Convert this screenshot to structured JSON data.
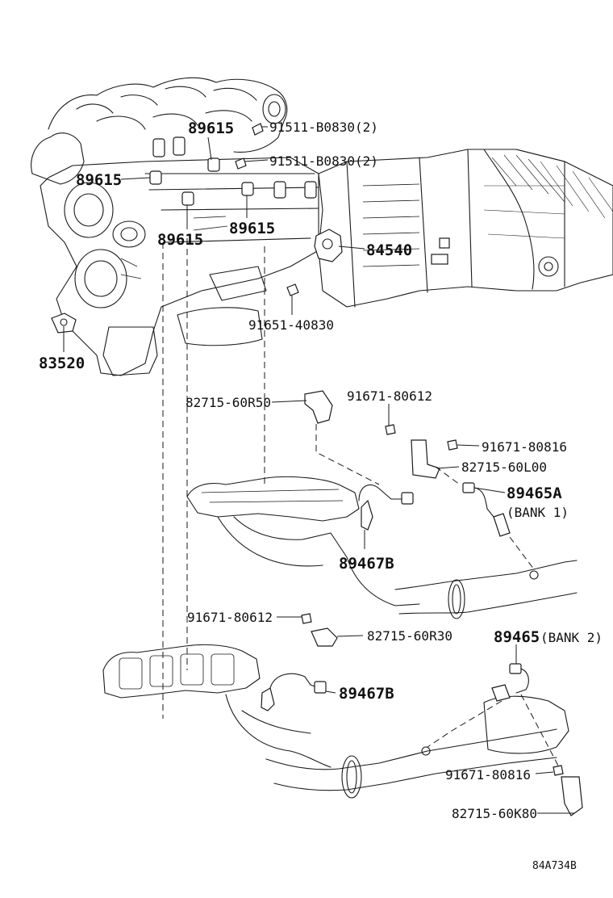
{
  "diagram": {
    "labels": {
      "p89615_a": "89615",
      "p89615_b": "89615",
      "p89615_c": "89615",
      "p89615_d": "89615",
      "p91511_a": "91511-B0830(2)",
      "p91511_b": "91511-B0830(2)",
      "p84540": "84540",
      "p91651": "91651-40830",
      "p83520": "83520",
      "p82715_60R50": "82715-60R50",
      "p91671_80612_a": "91671-80612",
      "p91671_80816_a": "91671-80816",
      "p82715_60L00": "82715-60L00",
      "p89465A": "89465A",
      "bank1": "(BANK 1)",
      "p89467B_a": "89467B",
      "p91671_80612_b": "91671-80612",
      "p82715_60R30": "82715-60R30",
      "p89465": "89465",
      "bank2": "(BANK 2)",
      "p89467B_b": "89467B",
      "p91671_80816_b": "91671-80816",
      "p82715_60K80": "82715-60K80"
    },
    "figure_code": "84A734B"
  }
}
